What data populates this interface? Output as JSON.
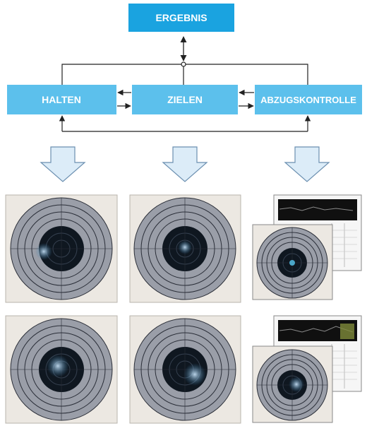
{
  "diagram": {
    "top_box": {
      "label": "ERGEBNIS"
    },
    "boxes": [
      {
        "id": "halten",
        "label": "HALTEN"
      },
      {
        "id": "zielen",
        "label": "ZIELEN"
      },
      {
        "id": "abzug",
        "label": "ABZUGSKONTROLLE"
      }
    ]
  },
  "colors": {
    "top_box": "#1aa3e0",
    "box": "#5cc0ec",
    "box_text": "#ffffff",
    "arrow_fill": "#dcecf8",
    "arrow_stroke": "#6b8fb0",
    "target_ring": "#9a9ea8",
    "target_line": "#2a2e38",
    "target_black": "#0f1720",
    "photo_bg": "#ece8e2"
  },
  "icons": {
    "down_arrow": "down-arrow-icon",
    "targets": "shooting-target-icon",
    "screens": "analysis-screen-icon"
  }
}
